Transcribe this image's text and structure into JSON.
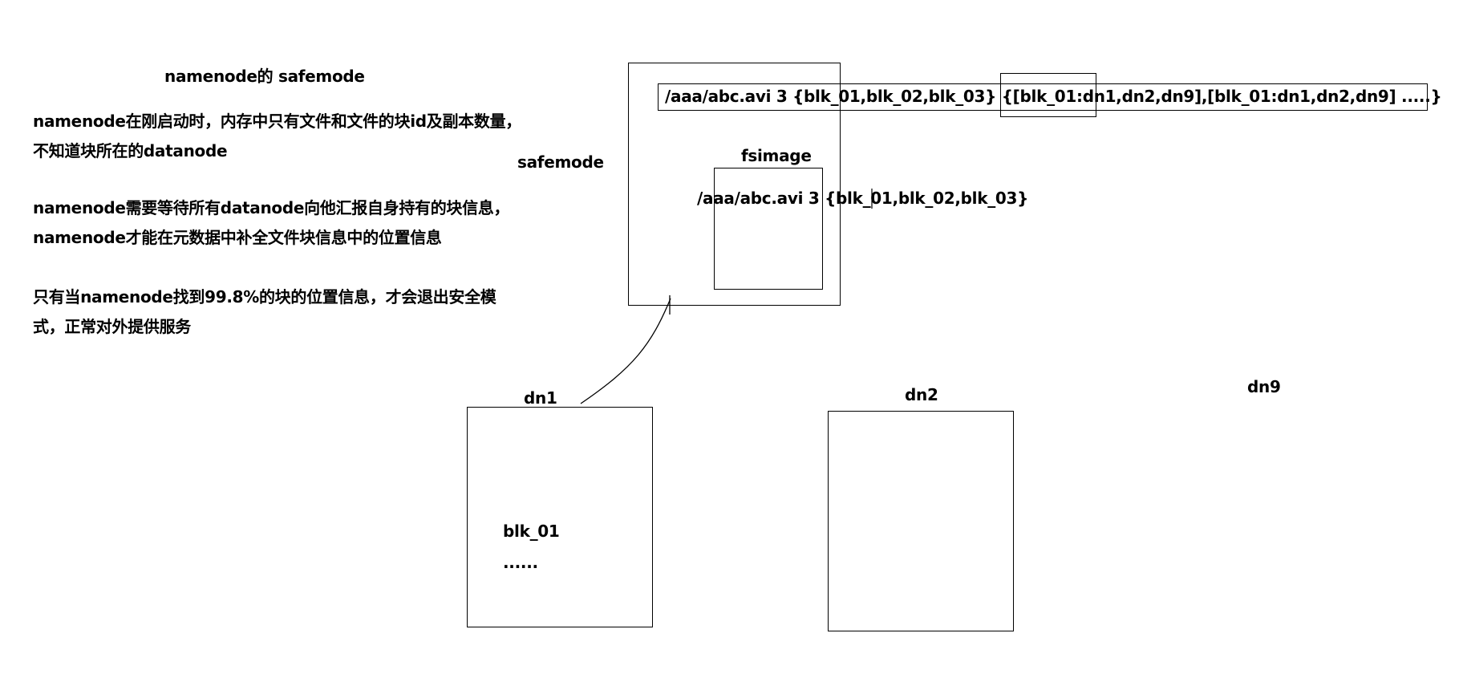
{
  "title": "namenode的 safemode",
  "notes": {
    "para1": "namenode在刚启动时，内存中只有文件和文件的块id及副本数量，不知道块所在的datanode",
    "para2": "namenode需要等待所有datanode向他汇报自身持有的块信息，namenode才能在元数据中补全文件块信息中的位置信息",
    "para3": "只有当namenode找到99.8%的块的位置信息，才会退出安全模式，正常对外提供服务"
  },
  "namenode": {
    "safemode_label": "safemode",
    "memory_record": "/aaa/abc.avi  3 {blk_01,blk_02,blk_03} {[blk_01:dn1,dn2,dn9],[blk_01:dn1,dn2,dn9] .....}",
    "fsimage_label": "fsimage",
    "fsimage_record": "/aaa/abc.avi  3 {blk_01,blk_02,blk_03}"
  },
  "datanodes": {
    "dn1": {
      "label": "dn1",
      "block": "blk_01",
      "more": "......"
    },
    "dn2": {
      "label": "dn2"
    },
    "dn9": {
      "label": "dn9"
    }
  },
  "colors": {
    "stroke": "#000000",
    "background": "#ffffff"
  }
}
